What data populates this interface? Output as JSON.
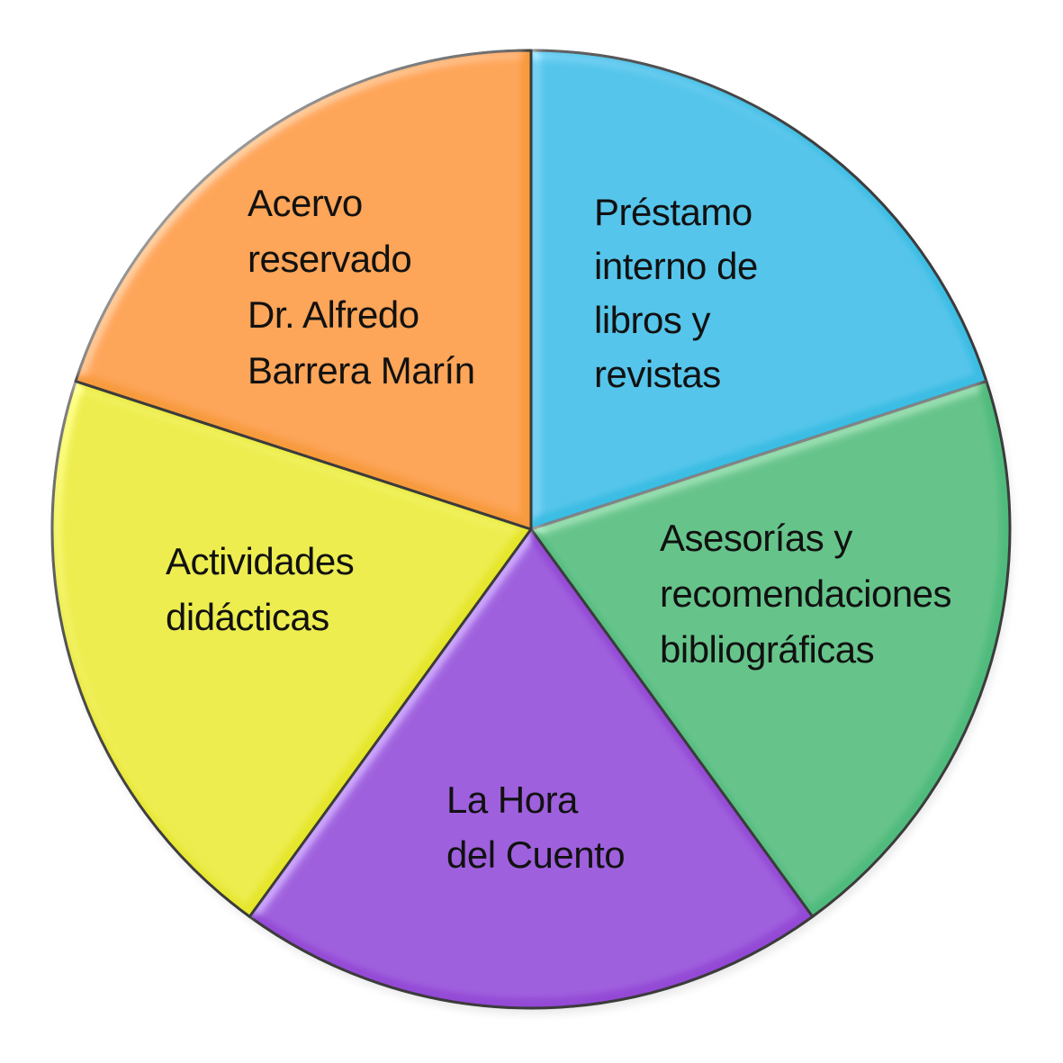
{
  "segments": [
    {
      "id": "prestamo",
      "lines": [
        "Préstamo",
        "interno de",
        "libros y",
        "revistas"
      ],
      "color": "#3bbde4"
    },
    {
      "id": "asesorias",
      "lines": [
        "Asesorías y",
        "recomendaciones",
        "bibliográficas"
      ],
      "color": "#50bb7d"
    },
    {
      "id": "hora-cuento",
      "lines": [
        "La Hora",
        "del Cuento"
      ],
      "color": "#9449d6"
    },
    {
      "id": "actividades",
      "lines": [
        "Actividades",
        "didácticas"
      ],
      "color": "#e6e62c"
    },
    {
      "id": "acervo",
      "lines": [
        "Acervo",
        "reservado",
        "Dr. Alfredo",
        "Barrera Marín"
      ],
      "color": "#f79a3c"
    }
  ]
}
